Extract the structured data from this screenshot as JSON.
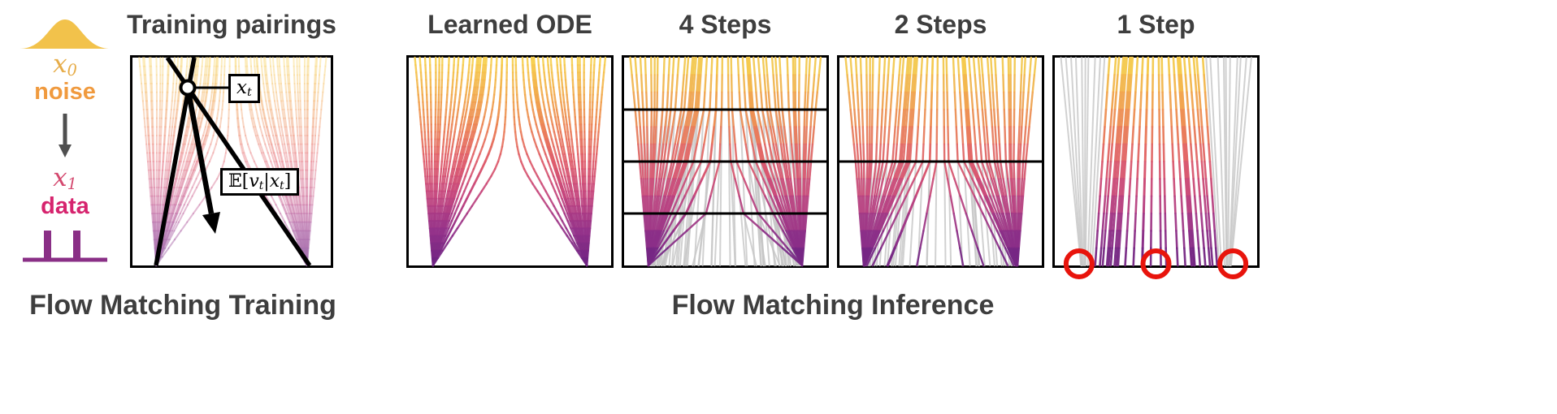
{
  "left": {
    "x_base": "x",
    "x0_sub": "0",
    "noise": "noise",
    "x1_sub": "1",
    "data": "data",
    "caption": "Flow Matching Training"
  },
  "inference": {
    "caption": "Flow Matching Inference"
  },
  "panels": {
    "training": {
      "title": "Training pairings"
    },
    "ode": {
      "title": "Learned ODE"
    },
    "steps4": {
      "title": "4 Steps"
    },
    "steps2": {
      "title": "2 Steps"
    },
    "step1": {
      "title": "1 Step"
    }
  },
  "annotations": {
    "xt_base": "x",
    "xt_sub": "t",
    "ev_open": "𝔼[",
    "ev_v": "v",
    "ev_vsub": "t",
    "ev_mid": "|",
    "ev_x": "x",
    "ev_xsub": "t",
    "ev_close": "]"
  },
  "palette": {
    "title_color": "#3E3E3E",
    "noise_color": "#F09A3E",
    "x0_color": "#E6AC48",
    "x1_color": "#D4496F",
    "data_color": "#D6246E",
    "hist_color": "#8A2F86",
    "gauss_color": "#F2C24B",
    "arrow_color": "#4F4F4F"
  },
  "chart_data": {
    "type": "line",
    "description": "Flow matching trajectories from noise (top, yellow) to two data modes (bottom, purple)",
    "panels": [
      "Training pairings",
      "Learned ODE",
      "4 Steps",
      "2 Steps",
      "1 Step"
    ],
    "modes": [
      0.12,
      0.88
    ],
    "step_boundaries_4": [
      0.25,
      0.5,
      0.75
    ],
    "step_boundaries_2": [
      0.5
    ],
    "red_circles_x": [
      0.12,
      0.5,
      0.88
    ],
    "n_lines": 40,
    "n_center_extra": 8,
    "gradient_stops": [
      "#F6D34F",
      "#F2AE4C",
      "#EC8456",
      "#E05E6B",
      "#C4467E",
      "#95338A",
      "#6C2382"
    ],
    "gray_color": "#C6C6C6",
    "red_color": "#E8140C"
  }
}
